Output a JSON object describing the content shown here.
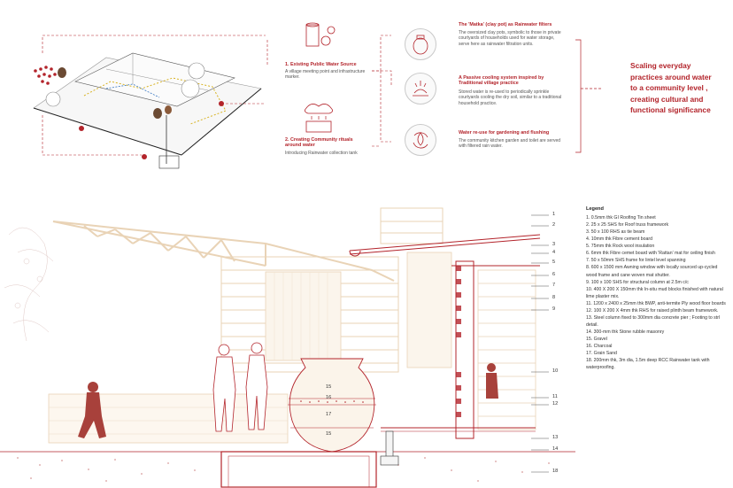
{
  "concepts": [
    {
      "num": "1",
      "title": "1. Existing Public Water Source",
      "body": "A village meeting point and infrastructure marker."
    },
    {
      "num": "2",
      "title": "2. Creating Community rituals around water",
      "body": "Introducing Rainwater collection tank"
    }
  ],
  "practices": [
    {
      "title": "The 'Matka' (clay pot) as Rainwater filters",
      "body": "The oversized clay pots, symbolic to those in private courtyards of households used for water storage, serve here as rainwater filtration units.",
      "icon": "clay-pot-icon"
    },
    {
      "title": "A  Passive cooling system inspired by Traditional village practice",
      "body": "Stored water is re-used to periodically sprinkle courtyards cooling the dry soil, similar to a traditional household practice.",
      "icon": "sprinkle-icon"
    },
    {
      "title": "Water  re-use for gardening and flushing",
      "body": "The community kitchen garden and toilet are served with filtered rain water.",
      "icon": "recycle-water-icon"
    }
  ],
  "scaling_text": "Scaling everyday practices around water to a community level , creating cultural and functional significance",
  "section_numbers": [
    "1",
    "2",
    "3",
    "4",
    "5",
    "6",
    "7",
    "8",
    "9",
    "10",
    "11",
    "12",
    "13",
    "14",
    "18"
  ],
  "pot_layers": [
    "15",
    "16",
    "17",
    "15"
  ],
  "legend": {
    "title": "Legend",
    "items": [
      "1. 0.5mm thk GI Roofing Tin sheet",
      "2.  25 x 25 SHS for Roof truss framework",
      "3. 50 x 100 RHS as tie beam",
      "4. 10mm thk Fibre cement board",
      "5. 75mm thk Rock wool insulation",
      "6. 6mm thk Fibre cemet board  with 'Rattan' mat for ceiling finish",
      "7. 50 x 50mm  SHS frame for lintel level spanning",
      "8. 600 x 1500 mm Awning window with locally sourced up-cycled wood frame and cane woven mat shutter.",
      "9. 100 x 100 SHS for structural column at 2.5m c/c",
      "10. 400 X 200 X 150mm thk In-situ mud blocks finished with natural lime plaster mix.",
      "11. 1200 x 2400 x 25mm thk BWP, anti-termite Ply wood floor boards",
      "12. 100 X 200 X 4mm thk RHS for raised plinth beam framework.",
      "13. Steel column fixed to 300mm dia concrete pier ; Footing to strl detail.",
      "14. 300-mm thk Stone rubble masonry",
      "15. Gravel",
      "16. Charcoal",
      "17. Grain Sand",
      "18.  200mm thk, 3m dia, 1.5m deep RCC Rainwater tank with waterproofing."
    ]
  },
  "colors": {
    "accent": "#b3242b",
    "structure": "#e9d3b6",
    "figure": "#a8413b"
  }
}
